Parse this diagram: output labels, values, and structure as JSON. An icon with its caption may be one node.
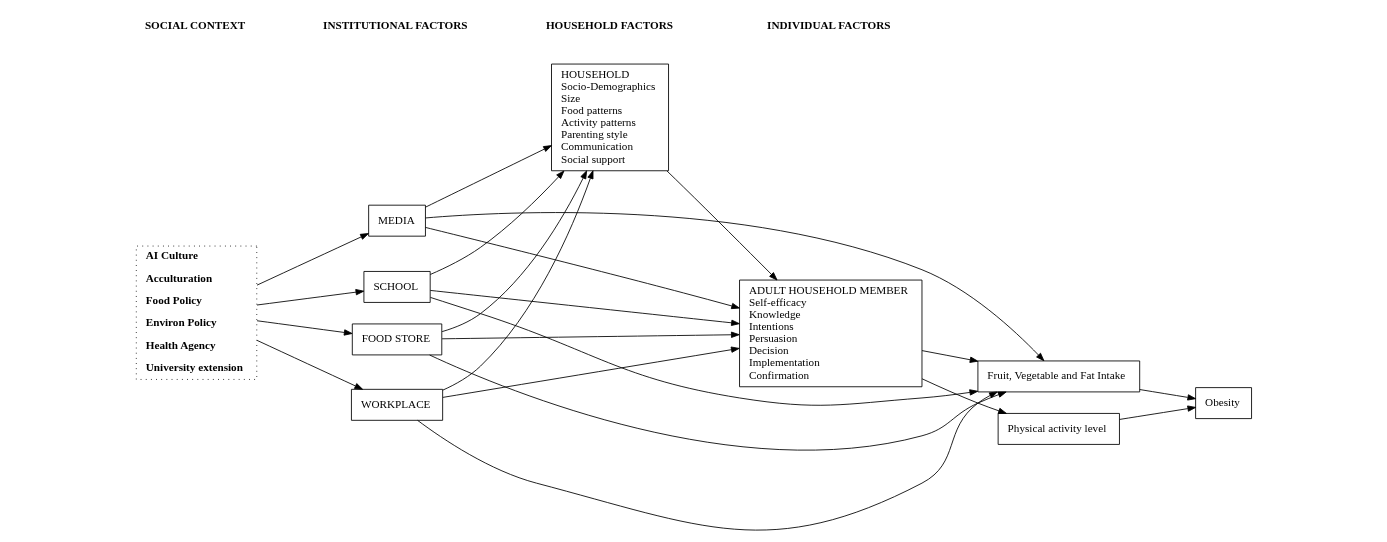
{
  "diagram": {
    "nodes": [
      {
        "text": [
          "AI Culture",
          "Acculturation",
          "Food Policy",
          "Environ Policy",
          "Health Agency",
          "University extension"
        ]
      },
      {
        "text": [
          "MEDIA"
        ]
      },
      {
        "text": [
          "SCHOOL"
        ]
      },
      {
        "text": [
          "FOOD STORE"
        ]
      },
      {
        "text": [
          "WORKPLACE"
        ]
      },
      {
        "text": [
          "HOUSEHOLD",
          "Socio-Demographics",
          "Size",
          "Food patterns",
          "Activity patterns",
          "Parenting style",
          "Communication",
          "Social support"
        ]
      },
      {
        "text": [
          "ADULT HOUSEHOLD MEMBER",
          "Self-efficacy",
          "Knowledge",
          "Intentions",
          "Persuasion",
          "Decision",
          "Implementation",
          "Confirmation"
        ]
      },
      {
        "text": [
          "Fruit, Vegetable and Fat Intake"
        ]
      },
      {
        "text": [
          "Physical activity level"
        ]
      },
      {
        "text": [
          "Obesity"
        ]
      }
    ],
    "edges": [
      {
        "from": 0,
        "to": 1,
        "arrow": "to"
      },
      {
        "from": 0,
        "to": 2,
        "arrow": "to"
      },
      {
        "from": 0,
        "to": 3,
        "arrow": "to"
      },
      {
        "from": 0,
        "to": 4,
        "arrow": "to"
      },
      {
        "from": 1,
        "to": 5,
        "arrow": "to"
      },
      {
        "from": 2,
        "to": 5,
        "arrow": "to"
      },
      {
        "from": 3,
        "to": 5,
        "arrow": "to"
      },
      {
        "from": 4,
        "to": 5,
        "arrow": "to"
      },
      {
        "from": 1,
        "to": 6,
        "arrow": "to"
      },
      {
        "from": 2,
        "to": 6,
        "arrow": "to"
      },
      {
        "from": 3,
        "to": 6,
        "arrow": "to"
      },
      {
        "from": 4,
        "to": 6,
        "arrow": "to"
      },
      {
        "from": 1,
        "to": 7,
        "arrow": "to"
      },
      {
        "from": 2,
        "to": 7,
        "arrow": "to"
      },
      {
        "from": 3,
        "to": 7,
        "arrow": "to"
      },
      {
        "from": 4,
        "to": 7,
        "arrow": "to"
      },
      {
        "from": 5,
        "to": 6,
        "arrow": "to"
      },
      {
        "from": 6,
        "to": 7,
        "arrow": "to"
      },
      {
        "from": 6,
        "to": 8,
        "arrow": "to"
      },
      {
        "from": 7,
        "to": 9,
        "arrow": "to"
      },
      {
        "from": 8,
        "to": 9,
        "arrow": "to"
      }
    ],
    "labels": [
      "SOCIAL CONTEXT",
      "INSTITUTIONAL FACTORS",
      "HOUSEHOLD FACTORS",
      "INDIVIDUAL FACTORS"
    ]
  }
}
